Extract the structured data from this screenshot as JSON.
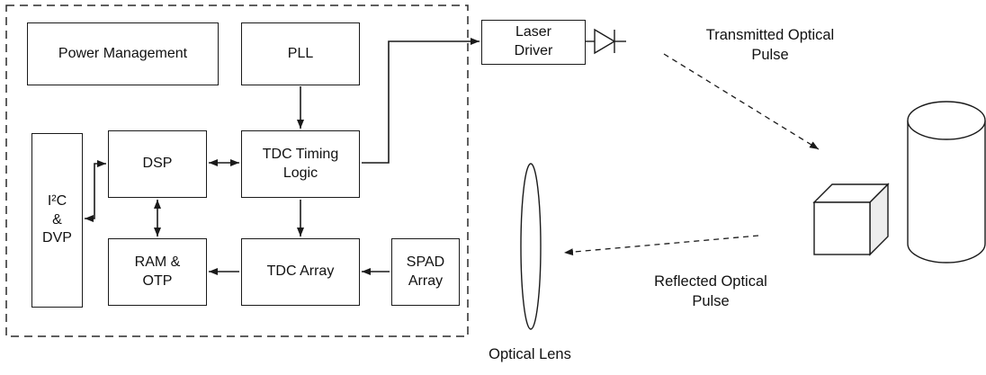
{
  "diagram": {
    "nodes": {
      "power_management": "Power Management",
      "pll": "PLL",
      "i2c_dvp": "I²C\n&\nDVP",
      "dsp": "DSP",
      "tdc_timing_logic": "TDC Timing\nLogic",
      "ram_otp": "RAM &\nOTP",
      "tdc_array": "TDC Array",
      "spad_array": "SPAD\nArray",
      "laser_driver": "Laser\nDriver"
    },
    "annotations": {
      "transmitted_pulse": "Transmitted Optical\nPulse",
      "reflected_pulse": "Reflected Optical\nPulse",
      "optical_lens": "Optical Lens"
    },
    "icons": {
      "laser_diode": "diode-symbol",
      "lens": "ellipse-lens",
      "target": "cube-and-cylinder"
    },
    "colors": {
      "line": "#1a1a1a",
      "background": "#ffffff",
      "cube_side_shade": "#ededed"
    }
  }
}
